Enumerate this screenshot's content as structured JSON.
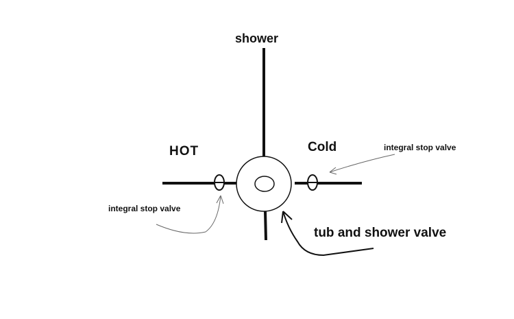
{
  "labels": {
    "shower": "shower",
    "hot": "HOT",
    "cold": "Cold",
    "stop_valve_right": "integral stop valve",
    "stop_valve_left": "integral stop valve",
    "tub_shower_valve": "tub and shower valve"
  },
  "colors": {
    "line": "#111111",
    "arrow": "#555555",
    "background": "#ffffff"
  }
}
